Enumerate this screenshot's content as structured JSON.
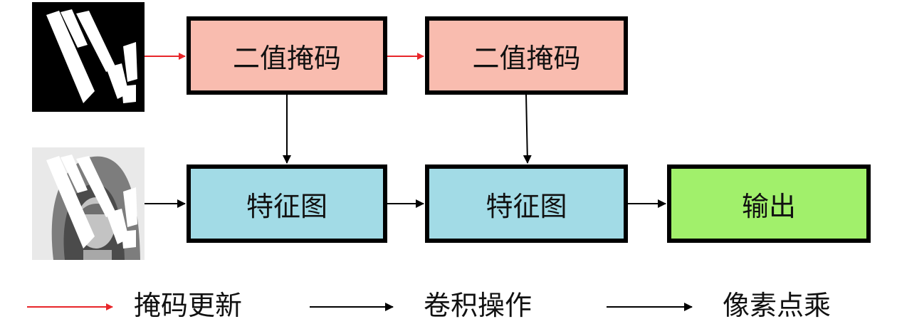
{
  "nodes": {
    "mask1": {
      "label": "二值掩码"
    },
    "mask2": {
      "label": "二值掩码"
    },
    "feat1": {
      "label": "特征图"
    },
    "feat2": {
      "label": "特征图"
    },
    "output": {
      "label": "输出"
    }
  },
  "inputs": {
    "mask_image": {
      "icon": "binary-mask-image"
    },
    "face_image": {
      "icon": "masked-face-photo"
    }
  },
  "legend": [
    {
      "label": "掩码更新",
      "color": "#e8262a"
    },
    {
      "label": "卷积操作",
      "color": "#000000"
    },
    {
      "label": "像素点乘",
      "color": "#000000"
    }
  ],
  "colors": {
    "mask_fill": "#f9bcaf",
    "feature_fill": "#a2dbe6",
    "output_fill": "#a1f06b",
    "mask_update_arrow": "#e8262a",
    "arrow": "#000000"
  }
}
